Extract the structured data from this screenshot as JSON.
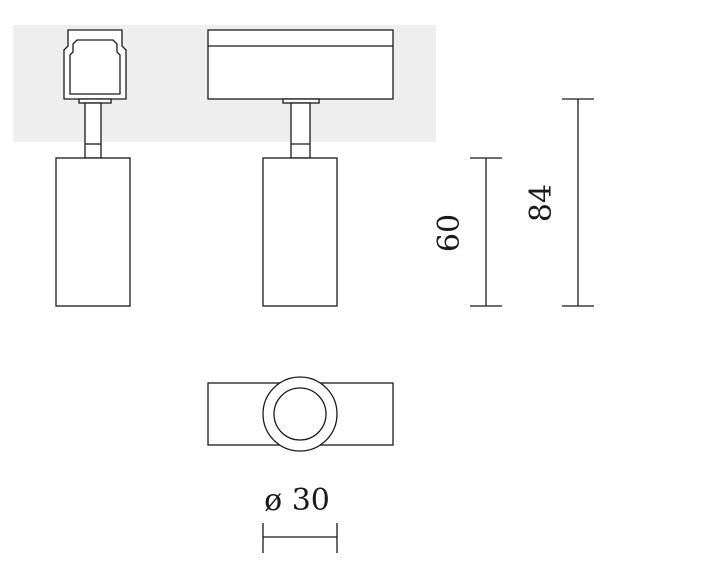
{
  "dimensions": {
    "height_body": "60",
    "height_total": "84",
    "diameter": "ø 30"
  },
  "colors": {
    "track_band": "#eeeeef",
    "line": "#1a1a1a",
    "background": "#ffffff"
  }
}
